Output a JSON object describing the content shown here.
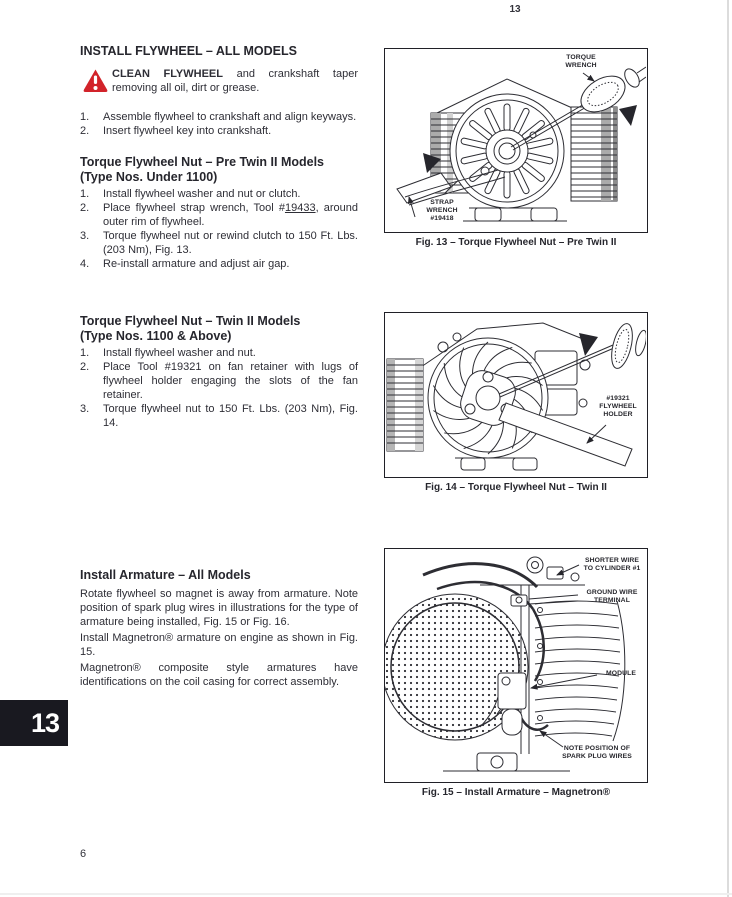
{
  "page": {
    "top_page_number": "13",
    "bottom_page_number": "6",
    "side_tab_number": "13"
  },
  "colors": {
    "warning_red": "#d2232a",
    "ink": "#2e2e36",
    "tab_black": "#191920"
  },
  "install_flywheel": {
    "heading": "INSTALL FLYWHEEL – ALL MODELS",
    "warning_bold": "CLEAN FLYWHEEL",
    "warning_text": " and crankshaft taper removing all oil, dirt or grease.",
    "steps": [
      {
        "num": "1.",
        "text": "Assemble flywheel to crankshaft and align keyways."
      },
      {
        "num": "2.",
        "text": "Insert flywheel key into crankshaft."
      }
    ]
  },
  "torque_pre_twin": {
    "heading_line1": "Torque Flywheel Nut – Pre Twin II Models",
    "heading_line2": "(Type Nos. Under 1100)",
    "step1": {
      "num": "1.",
      "text": "Install flywheel washer and nut or clutch."
    },
    "step2": {
      "num": "2.",
      "pre": "Place flywheel strap wrench, Tool #",
      "tool": "19433",
      "post": ", around outer rim of flywheel."
    },
    "step3": {
      "num": "3.",
      "text": "Torque flywheel nut or rewind clutch to 150 Ft. Lbs. (203 Nm), Fig. 13."
    },
    "step4": {
      "num": "4.",
      "text": "Re-install armature and adjust air gap."
    }
  },
  "torque_twin": {
    "heading_line1": "Torque Flywheel Nut – Twin II Models",
    "heading_line2": "(Type Nos. 1100 & Above)",
    "steps": [
      {
        "num": "1.",
        "text": "Install flywheel washer and nut."
      },
      {
        "num": "2.",
        "text": "Place Tool #19321 on fan retainer with lugs of flywheel holder engaging the slots of the fan retainer."
      },
      {
        "num": "3.",
        "text": "Torque flywheel nut to 150 Ft. Lbs. (203 Nm), Fig. 14."
      }
    ]
  },
  "install_armature": {
    "heading": "Install Armature – All Models",
    "paragraphs": [
      "Rotate flywheel so magnet is away from armature. Note position of spark plug wires in illustrations for the type of armature being installed, Fig. 15 or Fig. 16.",
      "Install Magnetron® armature on engine as shown in Fig. 15.",
      "Magnetron® composite style armatures have identifications on the coil casing for correct assembly."
    ]
  },
  "figures": {
    "fig13": {
      "caption": "Fig. 13 – Torque Flywheel Nut – Pre Twin II",
      "label_torque_wrench": "TORQUE\nWRENCH",
      "label_strap_wrench": "STRAP\nWRENCH\n#19418"
    },
    "fig14": {
      "caption": "Fig. 14 – Torque Flywheel Nut – Twin II",
      "label_flywheel_holder": "#19321\nFLYWHEEL\nHOLDER"
    },
    "fig15": {
      "caption": "Fig. 15 – Install Armature – Magnetron®",
      "label_shorter_wire": "SHORTER WIRE\nTO CYLINDER #1",
      "label_ground_wire": "GROUND WIRE\nTERMINAL",
      "label_module": "MODULE",
      "label_spark_wires": "NOTE POSITION OF\nSPARK PLUG WIRES"
    }
  }
}
